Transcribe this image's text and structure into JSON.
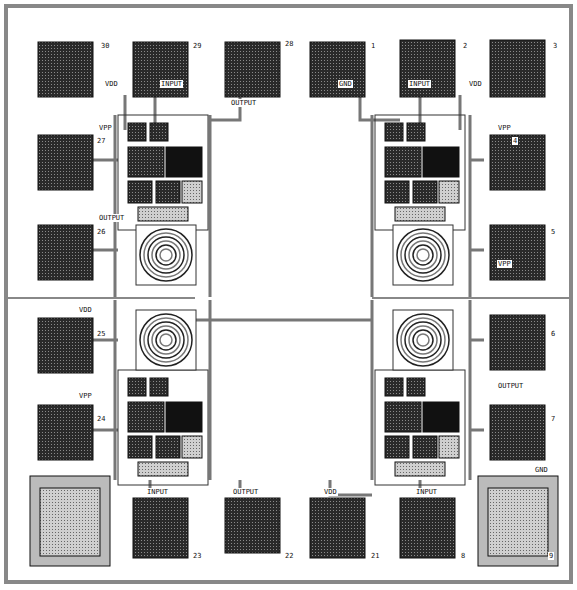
{
  "diagram": {
    "labels": [
      "30",
      "VDD",
      "29",
      "INPUT",
      "28",
      "OUTPUT",
      "1",
      "GND",
      "INPUT",
      "2",
      "VDD",
      "3",
      "VPP",
      "27",
      "OUTPUT",
      "26",
      "4",
      "VPP",
      "5",
      "VPP",
      "VDD",
      "25",
      "VPP",
      "24",
      "6",
      "OUTPUT",
      "7",
      "GND",
      "INPUT",
      "OUTPUT",
      "VDD",
      "INPUT",
      "23",
      "22",
      "21",
      "8",
      "9"
    ]
  }
}
